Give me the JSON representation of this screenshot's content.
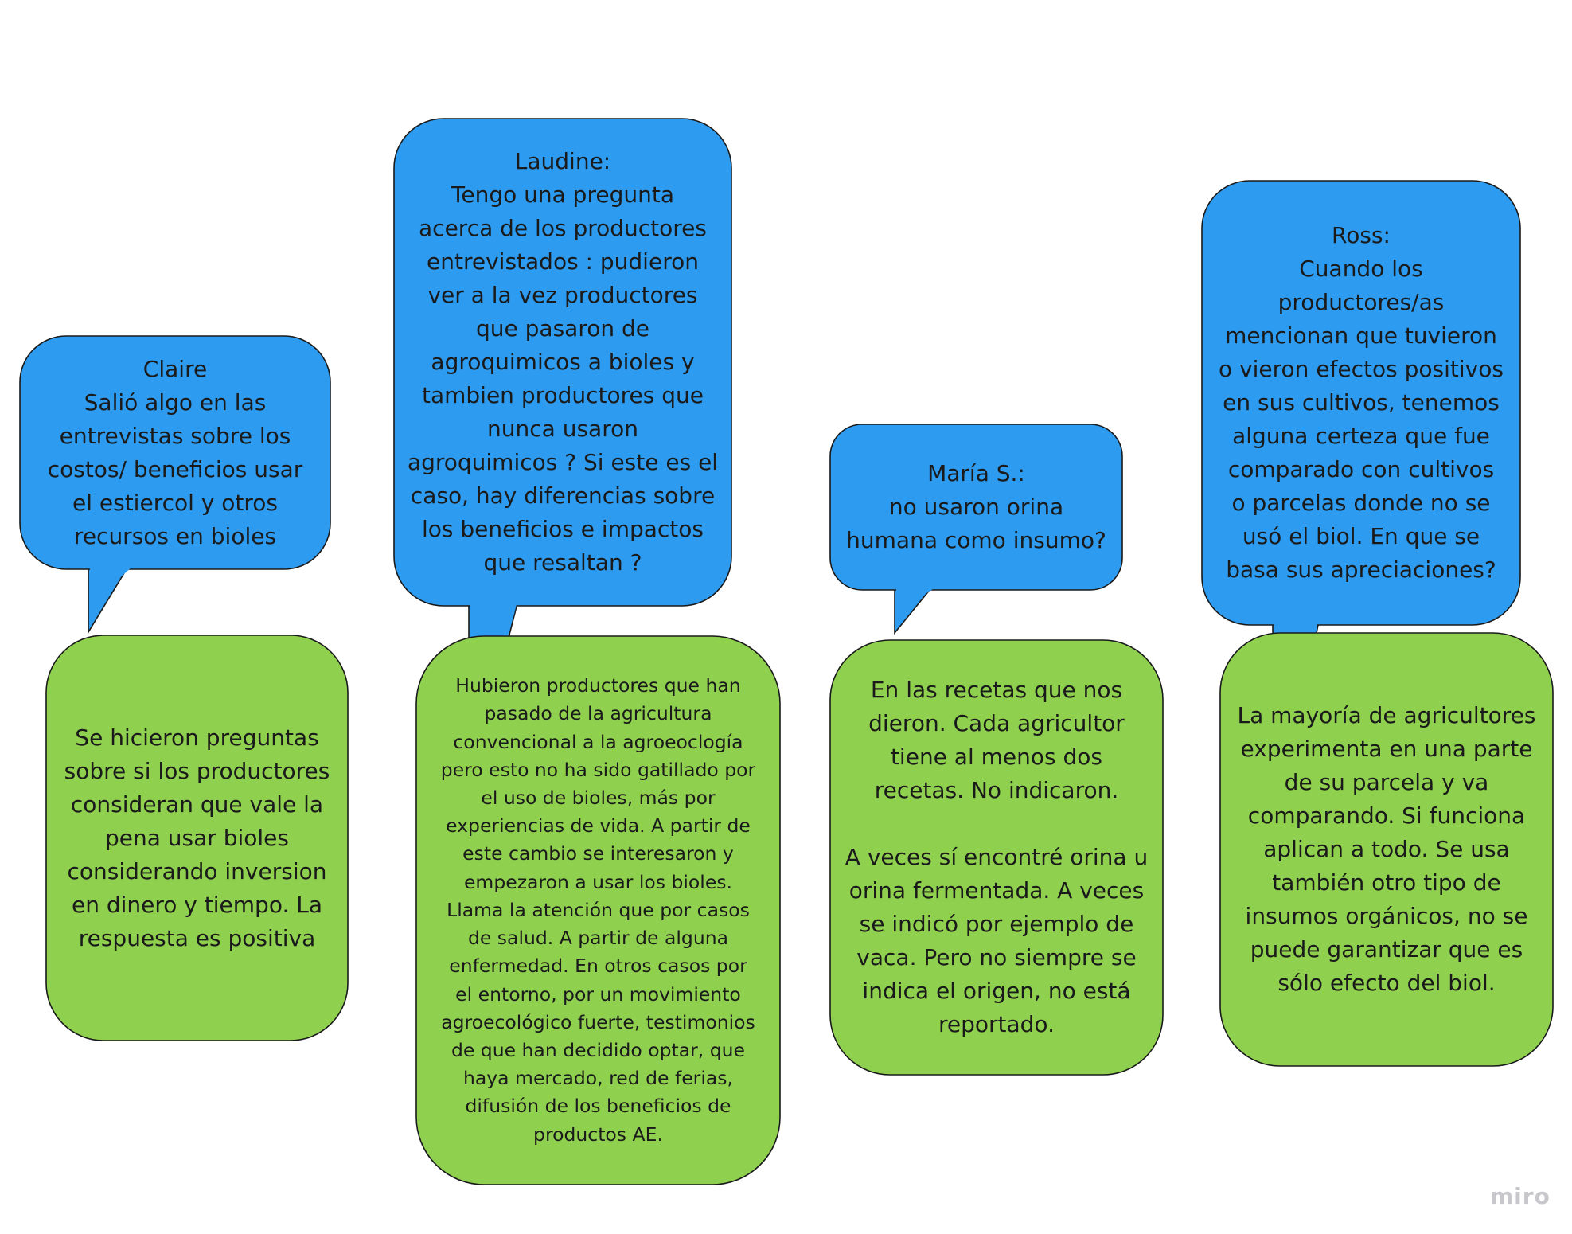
{
  "colors": {
    "question": "#2d9bf0",
    "answer": "#8fd14f",
    "stroke": "#1a1a1a"
  },
  "cards": [
    {
      "question": "Claire\nSalió algo en las\nentrevistas sobre los\ncostos/ beneficios usar\nel estiercol y otros\nrecursos en bioles",
      "answer": "Se hicieron preguntas\nsobre si los productores\nconsideran que vale la\npena usar bioles\nconsiderando inversion\nen dinero y tiempo. La\nrespuesta es positiva"
    },
    {
      "question": "Laudine:\nTengo una pregunta\nacerca de los productores\nentrevistados : pudieron\nver a la vez productores\nque pasaron de\nagroquimicos a bioles y\ntambien productores que\nnunca usaron\nagroquimicos ? Si este es el\ncaso, hay diferencias sobre\nlos beneficios e impactos\nque resaltan ?",
      "answer": "Hubieron productores que han\npasado de la agricultura\nconvencional a la agroeoclogía\npero esto no ha sido gatillado por\nel uso de bioles, más por\nexperiencias de vida. A partir de\neste cambio se interesaron y\nempezaron a usar los bioles.\nLlama la atención que por casos\nde salud. A partir de alguna\nenfermedad. En otros casos por\nel entorno, por un movimiento\nagroecológico fuerte, testimonios\nde que han decidido optar, que\nhaya mercado, red de ferias,\ndifusión de los beneficios de\nproductos AE."
    },
    {
      "question": "María S.:\nno usaron orina\nhumana como insumo?",
      "answer": "En las recetas que nos\ndieron. Cada agricultor\ntiene al menos dos\nrecetas. No indicaron.\n\nA veces sí encontré orina u\norina fermentada. A veces\nse indicó por ejemplo de\nvaca. Pero no siempre se\nindica el origen, no está\nreportado."
    },
    {
      "question": "Ross:\nCuando los\nproductores/as\nmencionan que tuvieron\no vieron efectos positivos\nen sus cultivos, tenemos\nalguna certeza que fue\ncomparado con cultivos\no parcelas donde no se\nusó el biol. En que se\nbasa sus apreciaciones?",
      "answer": "La mayoría de agricultores\nexperimenta en una parte\nde su parcela y va\ncomparando. Si funciona\naplican a todo. Se usa\ntambién otro tipo de\ninsumos orgánicos, no se\npuede garantizar que es\nsólo efecto del biol."
    }
  ],
  "watermark": "miro"
}
